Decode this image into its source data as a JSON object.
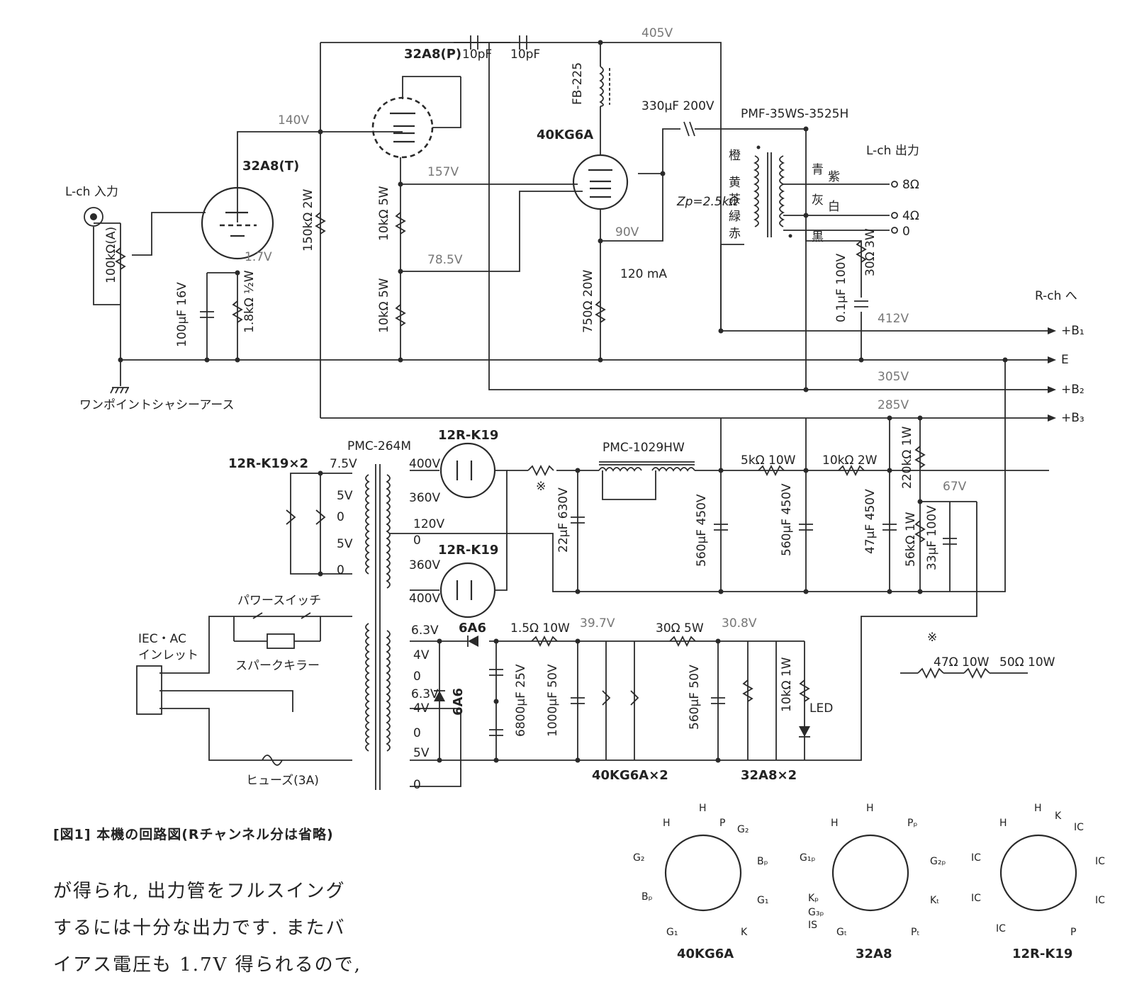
{
  "title": "",
  "labels": {
    "tube_32a8p": "32A8(P)",
    "tube_32a8t": "32A8(T)",
    "tube_40kg6a": "40KG6A",
    "cap_10pf_a": "10pF",
    "cap_10pf_b": "10pF",
    "choke_fb225": "FB-225",
    "cap_330uf": "330μF 200V",
    "ot_name": "PMF-35WS-3525H",
    "lch_out": "L-ch 出力",
    "lch_in": "L-ch 入力",
    "vol_100k": "100kΩ(A)",
    "r_150k": "150kΩ 2W",
    "r_10k_a": "10kΩ 5W",
    "r_10k_b": "10kΩ 5W",
    "cap_100uf": "100μF 16V",
    "r_18k": "1.8kΩ ½W",
    "r_750": "750Ω 20W",
    "current": "120 mA",
    "zp": "Zp=2.5kΩ",
    "ot_orange": "橙",
    "ot_yellow": "黄",
    "ot_brown": "茶",
    "ot_green": "緑",
    "ot_red": "赤",
    "ot_blue": "青",
    "ot_purple": "紫",
    "ot_gray": "灰",
    "ot_white": "白",
    "ot_black": "黒",
    "out_8": "8Ω",
    "out_4": "4Ω",
    "out_0": "0",
    "cap_01uf": "0.1μF 100V",
    "r_30": "30Ω 3W",
    "rch": "R-ch へ",
    "b1": "+B₁",
    "e": "E",
    "b2": "+B₂",
    "b3": "+B₃",
    "ground_note": "ワンポイントシャシーアース",
    "pt_name": "PMC-264M",
    "rect_top": "12R-K19",
    "rect_bot": "12R-K19",
    "rect_x2": "12R-K19×2",
    "choke_1029": "PMC-1029HW",
    "r_5k": "5kΩ 10W",
    "r_10k_2w": "10kΩ 2W",
    "r_220k": "220kΩ 1W",
    "r_56k": "56kΩ 1W",
    "cap_22uf": "22μF 630V",
    "cap_560_a": "560μF 450V",
    "cap_560_b": "560μF 450V",
    "cap_47uf": "47μF 450V",
    "cap_33uf": "33μF 100V",
    "note_mark": "※",
    "note_mark2": "※",
    "note_r47": "47Ω 10W",
    "note_r50": "50Ω 10W",
    "power_switch": "パワースイッチ",
    "spark_killer": "スパークキラー",
    "iec": "IEC・AC",
    "inlet": "インレット",
    "fuse": "ヒューズ(3A)",
    "diode_6a6_top": "6A6",
    "diode_6a6_v": "6A6",
    "r_15": "1.5Ω 10W",
    "r_30_5w": "30Ω 5W",
    "cap_6800": "6800μF 25V",
    "cap_1000": "1000μF 50V",
    "cap_560_50": "560μF 50V",
    "r_10k_1w": "10kΩ 1W",
    "led": "LED",
    "heater_40kg6a": "40KG6A×2",
    "heater_32a8": "32A8×2",
    "pt_tap_400a": "400V",
    "pt_tap_360a": "360V",
    "pt_tap_120": "120V",
    "pt_tap_0a": "0",
    "pt_tap_360b": "360V",
    "pt_tap_400b": "400V",
    "pt_h_75": "7.5V",
    "pt_h_5a": "5V",
    "pt_h_0a": "0",
    "pt_h_5b": "5V",
    "pt_h_0b": "0",
    "pt_63a": "6.3V",
    "pt_4a": "4V",
    "pt_0a": "0",
    "pt_63b": "6.3V",
    "pt_4b": "4V",
    "pt_0b": "0",
    "pt_5v": "5V",
    "pt_0c": "0"
  },
  "voltages": {
    "v405": "405V",
    "v140": "140V",
    "v157": "157V",
    "v78": "78.5V",
    "v17": "1.7V",
    "v90": "90V",
    "v412": "412V",
    "v305": "305V",
    "v285": "285V",
    "v67": "67V",
    "v397": "39.7V",
    "v308": "30.8V"
  },
  "pinouts": [
    {
      "name": "40KG6A",
      "pins": {
        "p1": "G₁",
        "p2": "Bₚ",
        "p3": "G₂",
        "p4": "H",
        "p5": "H",
        "p6": "P",
        "p7": "Bₚ",
        "p8": "G₁",
        "p9": "K",
        "p10": "G₂"
      }
    },
    {
      "name": "32A8",
      "pins": {
        "p1": "Gₜ",
        "p2": "Kₚ",
        "p3": "G₁ₚ",
        "p4": "H",
        "p5": "H",
        "p6": "Pₚ",
        "p7": "G₂ₚ",
        "p8": "Kₜ",
        "p9": "Pₜ",
        "p10": "G₃ₚ",
        "p11": "IS"
      }
    },
    {
      "name": "12R-K19",
      "pins": {
        "p1": "IC",
        "p2": "IC",
        "p3": "IC",
        "p4": "H",
        "p5": "H",
        "p6": "K",
        "p7": "IC",
        "p8": "IC",
        "p9": "P",
        "p10": "IC"
      }
    }
  ],
  "caption": "[図1] 本機の回路図(Rチャンネル分は省略)",
  "body_text": [
    "が得られ, 出力管をフルスイング",
    "するには十分な出力です. またバ",
    "イアス電圧も 1.7V 得られるので,"
  ]
}
